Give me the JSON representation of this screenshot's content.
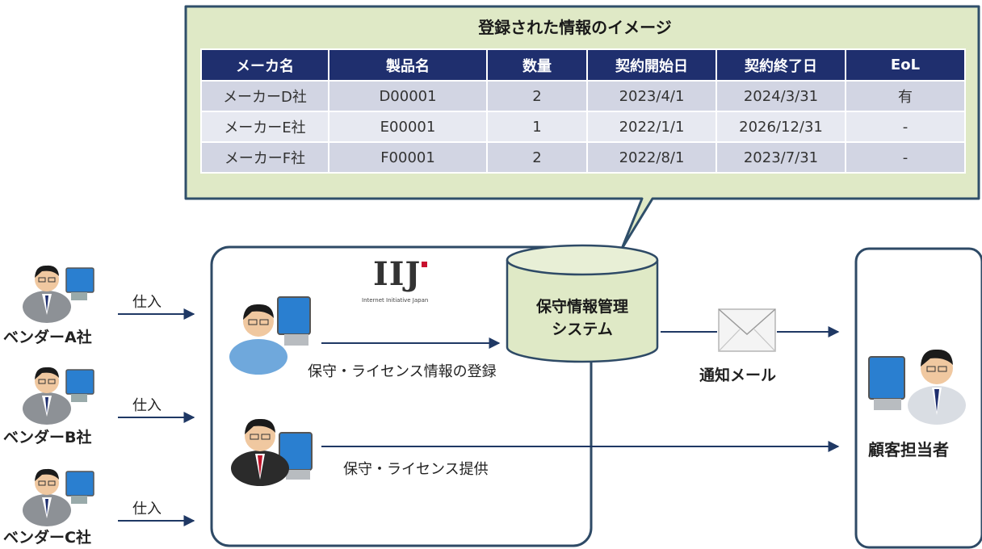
{
  "callout": {
    "title": "登録された情報のイメージ",
    "columns": [
      "メーカ名",
      "製品名",
      "数量",
      "契約開始日",
      "契約終了日",
      "EoL"
    ],
    "rows": [
      [
        "メーカーD社",
        "D00001",
        "2",
        "2023/4/1",
        "2024/3/31",
        "有"
      ],
      [
        "メーカーE社",
        "E00001",
        "1",
        "2022/1/1",
        "2026/12/31",
        "-"
      ],
      [
        "メーカーF社",
        "F00001",
        "2",
        "2022/8/1",
        "2023/7/31",
        "-"
      ]
    ]
  },
  "vendors": [
    {
      "name": "ベンダーA社",
      "flow_label": "仕入"
    },
    {
      "name": "ベンダーB社",
      "flow_label": "仕入"
    },
    {
      "name": "ベンダーC社",
      "flow_label": "仕入"
    }
  ],
  "center": {
    "logo_text": "IIJ",
    "logo_subtitle": "Internet Initiative Japan",
    "register_label": "保守・ライセンス情報の登録",
    "provide_label": "保守・ライセンス提供"
  },
  "database": {
    "line1": "保守情報管理",
    "line2": "システム"
  },
  "mail": {
    "label": "通知メール"
  },
  "customer": {
    "label": "顧客担当者"
  },
  "colors": {
    "callout_fill": "#dfe9c6",
    "callout_border": "#2f4f6a",
    "table_header": "#1f2f6e",
    "box_border": "#2e4a66",
    "arrow": "#1f3864",
    "db_fill": "#dfe9c6"
  }
}
